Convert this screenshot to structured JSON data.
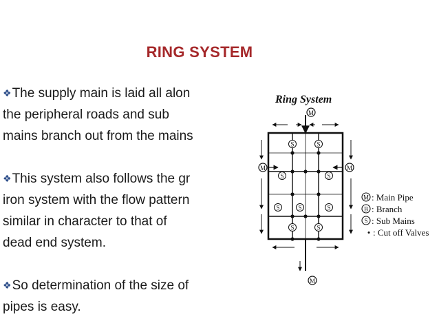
{
  "slide": {
    "title": "RING SYSTEM",
    "bullets": [
      {
        "lines": [
          "The supply main is laid all alon",
          "the peripheral roads and sub",
          "mains branch out from the mains"
        ]
      },
      {
        "lines": [
          "This system also follows the gr",
          "iron system with the flow pattern",
          "similar in character to that of",
          "dead end system."
        ]
      },
      {
        "lines": [
          "So determination of the size of",
          "pipes is easy."
        ]
      }
    ]
  },
  "diagram": {
    "title": "Ring System",
    "main_letter": "M",
    "sub_letter": "S",
    "legend": [
      {
        "symbol": "M",
        "text": ": Main Pipe"
      },
      {
        "symbol": "B",
        "text": ": Branch"
      },
      {
        "symbol": "S",
        "text": ": Sub Mains"
      },
      {
        "symbol": "•",
        "text": ": Cut off Valves"
      }
    ],
    "colors": {
      "stroke": "#111111",
      "text": "#111111"
    }
  },
  "icons": {
    "bullet_marker": "diamond-dots-icon"
  }
}
